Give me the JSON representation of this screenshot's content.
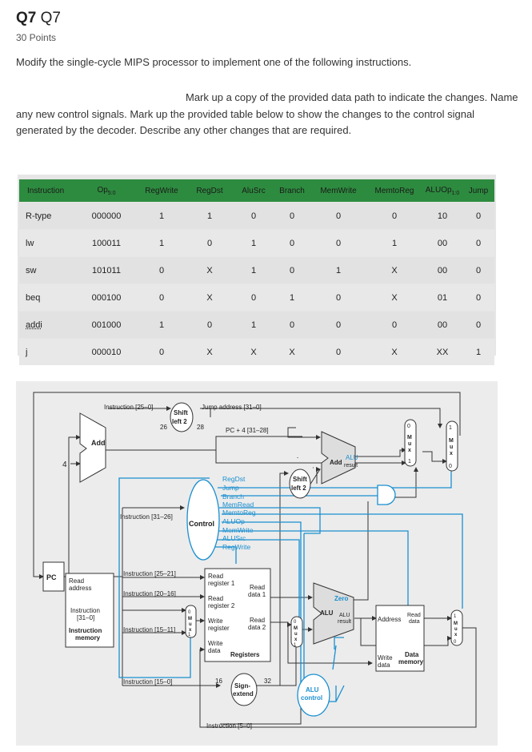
{
  "question": {
    "number": "Q7",
    "title": "Q7",
    "points": "30 Points"
  },
  "text": {
    "paragraph1": "Modify the single-cycle MIPS processor to implement one of the following instructions.",
    "paragraph2": "Mark up a copy of the provided data path to indicate the changes. Name any new control signals. Mark up the provided table below to show the changes to the control signal generated by the decoder. Describe any other changes that are required."
  },
  "table": {
    "headers": [
      "Instruction",
      "Op",
      "RegWrite",
      "RegDst",
      "AluSrc",
      "Branch",
      "MemWrite",
      "MemtoReg",
      "ALUOp",
      "Jump"
    ],
    "op_subscript": "5:0",
    "aluop_subscript": "1:0",
    "rows": [
      [
        "R-type",
        "000000",
        "1",
        "1",
        "0",
        "0",
        "0",
        "0",
        "10",
        "0"
      ],
      [
        "lw",
        "100011",
        "1",
        "0",
        "1",
        "0",
        "0",
        "1",
        "00",
        "0"
      ],
      [
        "sw",
        "101011",
        "0",
        "X",
        "1",
        "0",
        "1",
        "X",
        "00",
        "0"
      ],
      [
        "beq",
        "000100",
        "0",
        "X",
        "0",
        "1",
        "0",
        "X",
        "01",
        "0"
      ],
      [
        "addi",
        "001000",
        "1",
        "0",
        "1",
        "0",
        "0",
        "0",
        "00",
        "0"
      ],
      [
        "j",
        "000010",
        "0",
        "X",
        "X",
        "X",
        "0",
        "X",
        "XX",
        "1"
      ]
    ]
  },
  "datapath": {
    "instr_25_0": "Instruction [25–0]",
    "shift_left2_top": "Shift",
    "shift_left2_bot": "left 2",
    "n26": "26",
    "n28": "28",
    "jump_address": "Jump address [31–0]",
    "pc4": "PC + 4 [31–28]",
    "add": "Add",
    "four": "4",
    "add2": "Add",
    "alu_result": "ALU",
    "alu_result2": "result",
    "shift2_top": "Shift",
    "shift2_bot": "left 2",
    "instr_31_26": "Instruction [31–26]",
    "control": "Control",
    "signals": [
      "RegDst",
      "Jump",
      "Branch",
      "MemRead",
      "MemtoReg",
      "ALUOp",
      "MemWrite",
      "ALUSrc",
      "RegWrite"
    ],
    "pc": "PC",
    "read_address_1": "Read",
    "read_address_2": "address",
    "instr_25_21": "Instruction [25–21]",
    "instr_20_16": "Instruction [20–16]",
    "instr_15_11": "Instruction [15–11]",
    "instr_15_0": "Instruction [15–0]",
    "instr_5_0": "Instruction [5–0]",
    "instruction_1": "Instruction",
    "instruction_2": "[31–0]",
    "imem_1": "Instruction",
    "imem_2": "memory",
    "reg_read1_a": "Read",
    "reg_read1_b": "register 1",
    "reg_read2_a": "Read",
    "reg_read2_b": "register 2",
    "reg_write_a": "Write",
    "reg_write_b": "register",
    "reg_wdata_a": "Write",
    "reg_wdata_b": "data",
    "registers": "Registers",
    "read_data1_a": "Read",
    "read_data1_b": "data 1",
    "read_data2_a": "Read",
    "read_data2_b": "data 2",
    "n16": "16",
    "n32": "32",
    "sign_a": "Sign-",
    "sign_b": "extend",
    "alu": "ALU",
    "zero": "Zero",
    "alu_res_a": "ALU",
    "alu_res_b": "result",
    "aluctl_a": "ALU",
    "aluctl_b": "control",
    "dmem_address": "Address",
    "dmem_read_a": "Read",
    "dmem_read_b": "data",
    "dmem_write_a": "Write",
    "dmem_write_b": "data",
    "dmem_data": "Data",
    "dmem_memory": "memory",
    "mux": "M u x",
    "zero_label": "0",
    "one_label": "1",
    "colors": {
      "wire": "#333333",
      "control": "#1a8fd0",
      "header": "#2d8b3f"
    }
  }
}
